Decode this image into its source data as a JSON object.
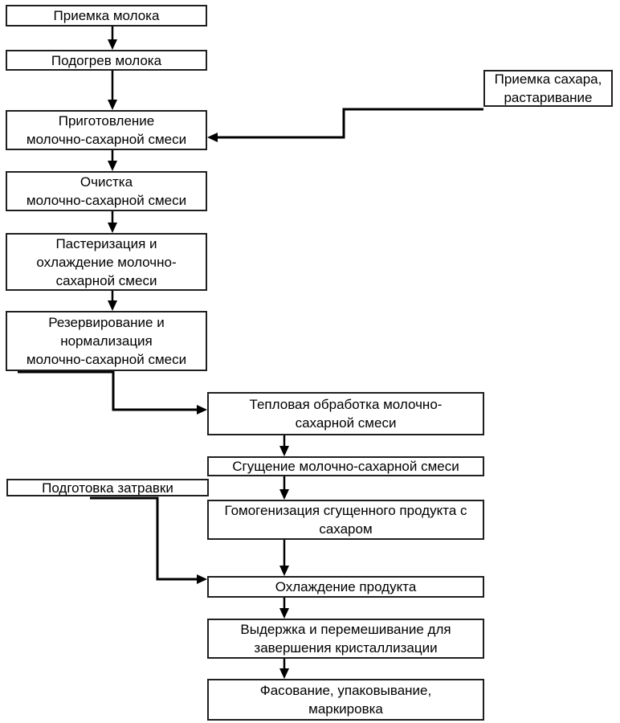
{
  "diagram": {
    "type": "flowchart",
    "language": "ru",
    "background_color": "#ffffff",
    "line_color": "#000000",
    "nodes": {
      "milk_reception": {
        "label": "Приемка молока"
      },
      "milk_heating": {
        "label": "Подогрев молока"
      },
      "mix_preparation": {
        "label": "Приготовление\nмолочно-сахарной смеси"
      },
      "mix_purification": {
        "label": "Очистка\nмолочно-сахарной смеси"
      },
      "pasteurization": {
        "label": "Пастеризация и\nохлаждение молочно-\nсахарной смеси"
      },
      "reservation": {
        "label": "Резервирование и\nнормализация\nмолочно-сахарной смеси"
      },
      "sugar_reception": {
        "label": "Приемка сахара,\nрастаривание"
      },
      "thermal_treatment": {
        "label": "Тепловая обработка молочно-\nсахарной смеси"
      },
      "condensing": {
        "label": "Сгущение молочно-сахарной смеси"
      },
      "seed_preparation": {
        "label": "Подготовка затравки"
      },
      "homogenization": {
        "label": "Гомогенизация сгущенного продукта с\nсахаром"
      },
      "cooling": {
        "label": "Охлаждение продукта"
      },
      "crystallization": {
        "label": "Выдержка и перемешивание для\nзавершения кристаллизации"
      },
      "packaging": {
        "label": "Фасование, упаковывание,\nмаркировка"
      }
    },
    "edges": [
      {
        "from": "milk_reception",
        "to": "milk_heating"
      },
      {
        "from": "milk_heating",
        "to": "mix_preparation"
      },
      {
        "from": "sugar_reception",
        "to": "mix_preparation"
      },
      {
        "from": "mix_preparation",
        "to": "mix_purification"
      },
      {
        "from": "mix_purification",
        "to": "pasteurization"
      },
      {
        "from": "pasteurization",
        "to": "reservation"
      },
      {
        "from": "reservation",
        "to": "thermal_treatment"
      },
      {
        "from": "thermal_treatment",
        "to": "condensing"
      },
      {
        "from": "condensing",
        "to": "homogenization"
      },
      {
        "from": "homogenization",
        "to": "cooling"
      },
      {
        "from": "seed_preparation",
        "to": "cooling"
      },
      {
        "from": "cooling",
        "to": "crystallization"
      },
      {
        "from": "crystallization",
        "to": "packaging"
      }
    ]
  }
}
